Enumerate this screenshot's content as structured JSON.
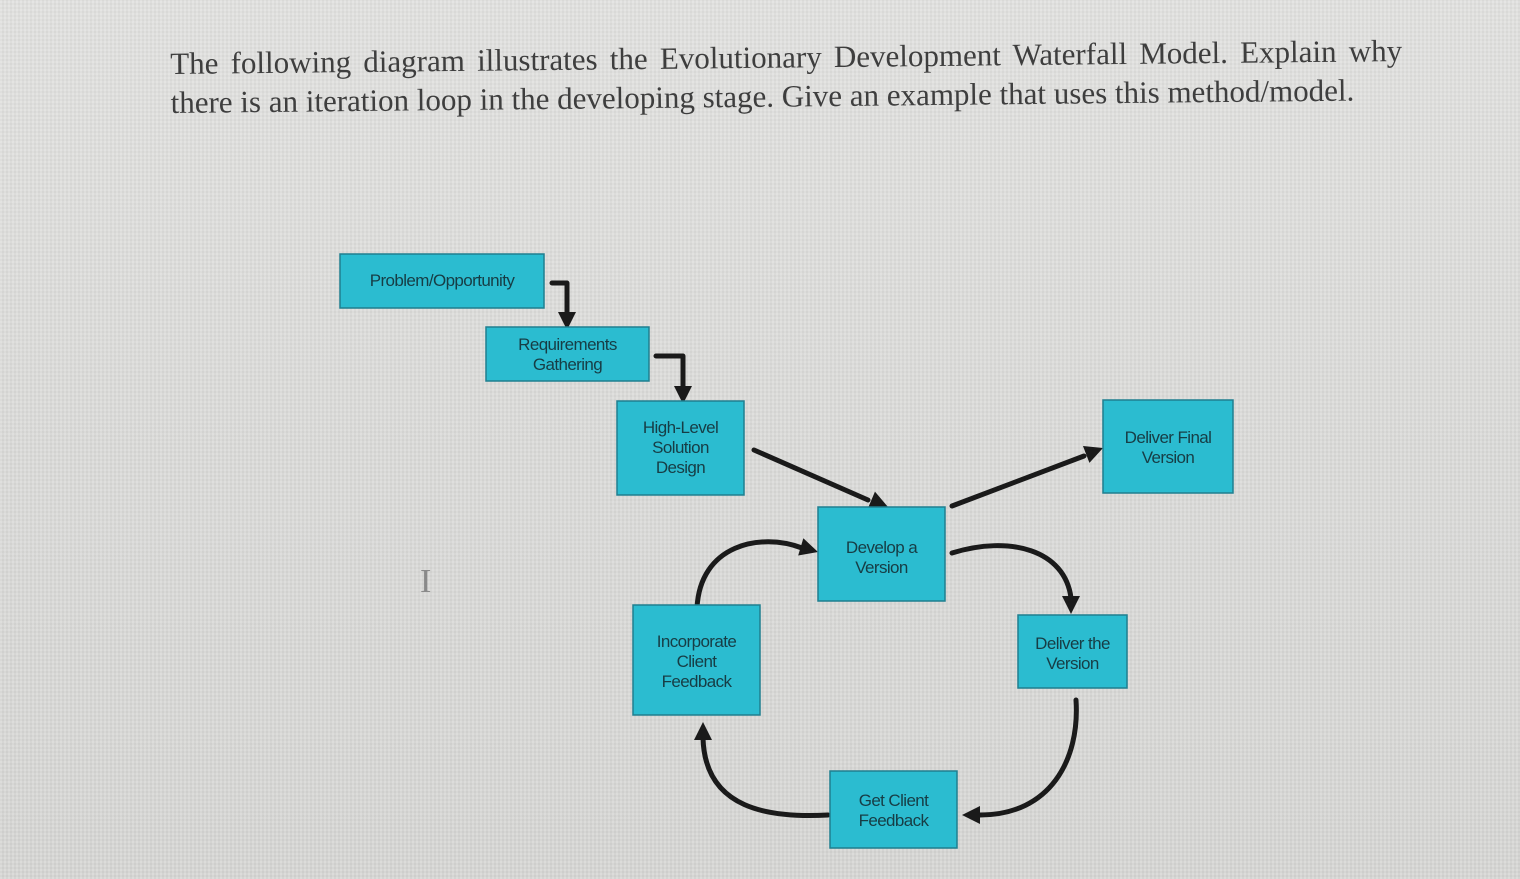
{
  "question": {
    "text": "The following diagram illustrates the Evolutionary Development Waterfall Model. Explain why there is an iteration loop in the developing stage. Give an example that uses this method/model."
  },
  "diagram": {
    "box_color": "#2bbcd0",
    "arrow_color": "#1a1a1a",
    "boxes": [
      {
        "id": "problem",
        "name": "box-problem-opportunity",
        "lines": [
          "Problem/Opportunity"
        ]
      },
      {
        "id": "requirements",
        "name": "box-requirements-gathering",
        "lines": [
          "Requirements",
          "Gathering"
        ]
      },
      {
        "id": "design",
        "name": "box-high-level-solution-design",
        "lines": [
          "High-Level",
          "Solution",
          "Design"
        ]
      },
      {
        "id": "develop",
        "name": "box-develop-a-version",
        "lines": [
          "Develop a",
          "Version"
        ]
      },
      {
        "id": "final",
        "name": "box-deliver-final-version",
        "lines": [
          "Deliver Final",
          "Version"
        ]
      },
      {
        "id": "incorporate",
        "name": "box-incorporate-client-feedback",
        "lines": [
          "Incorporate",
          "Client",
          "Feedback"
        ]
      },
      {
        "id": "deliver",
        "name": "box-deliver-the-version",
        "lines": [
          "Deliver the",
          "Version"
        ]
      },
      {
        "id": "feedback",
        "name": "box-get-client-feedback",
        "lines": [
          "Get Client",
          "Feedback"
        ]
      }
    ],
    "edges": [
      {
        "from": "problem",
        "to": "requirements"
      },
      {
        "from": "requirements",
        "to": "design"
      },
      {
        "from": "design",
        "to": "develop"
      },
      {
        "from": "develop",
        "to": "final"
      },
      {
        "from": "develop",
        "to": "deliver"
      },
      {
        "from": "deliver",
        "to": "feedback"
      },
      {
        "from": "feedback",
        "to": "incorporate"
      },
      {
        "from": "incorporate",
        "to": "develop"
      }
    ]
  },
  "cursor_icon": "text-cursor-icon"
}
